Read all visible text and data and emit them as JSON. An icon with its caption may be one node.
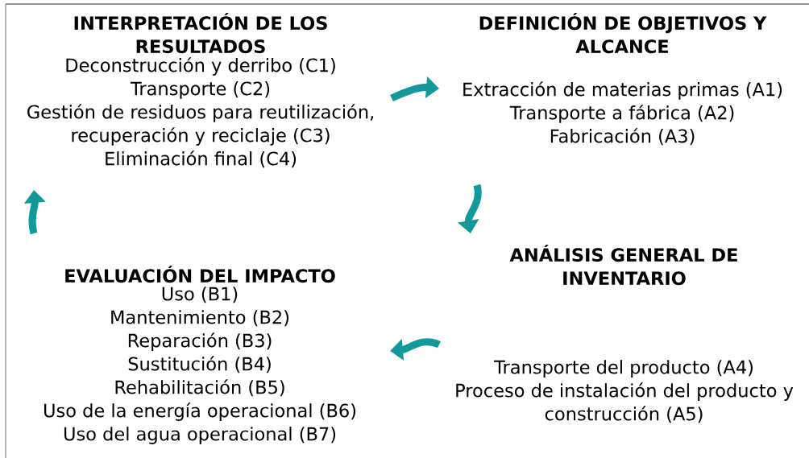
{
  "diagram": {
    "nodes": [
      {
        "text": [
          "INTERPRETACIÓN DE LOS RESULTADOS",
          "Deconstrucción y derribo (C1)",
          "Transporte (C2)",
          "Gestión de residuos para reutilización, recuperación y reciclaje (C3)",
          "Eliminación final (C4)"
        ]
      },
      {
        "text": [
          "DEFINICIÓN DE OBJETIVOS Y ALCANCE",
          "Extracción de materias primas (A1)",
          "Transporte a fábrica (A2)",
          "Fabricación (A3)"
        ]
      },
      {
        "text": [
          "ANÁLISIS GENERAL DE INVENTARIO",
          "Transporte del producto (A4)",
          "Proceso de instalación del producto y construcción (A5)"
        ]
      },
      {
        "text": [
          "EVALUACIÓN DEL IMPACTO",
          "Uso (B1)",
          "Mantenimiento (B2)",
          "Reparación (B3)",
          "Sustitución (B4)",
          "Rehabilitación (B5)",
          "Uso de la energía operacional (B6)",
          "Uso del agua operacional (B7)"
        ]
      }
    ],
    "edges": [
      {
        "from": 0,
        "to": 1,
        "arrow": "to"
      },
      {
        "from": 1,
        "to": 2,
        "arrow": "to"
      },
      {
        "from": 2,
        "to": 3,
        "arrow": "to"
      },
      {
        "from": 3,
        "to": 0,
        "arrow": "to"
      }
    ]
  }
}
